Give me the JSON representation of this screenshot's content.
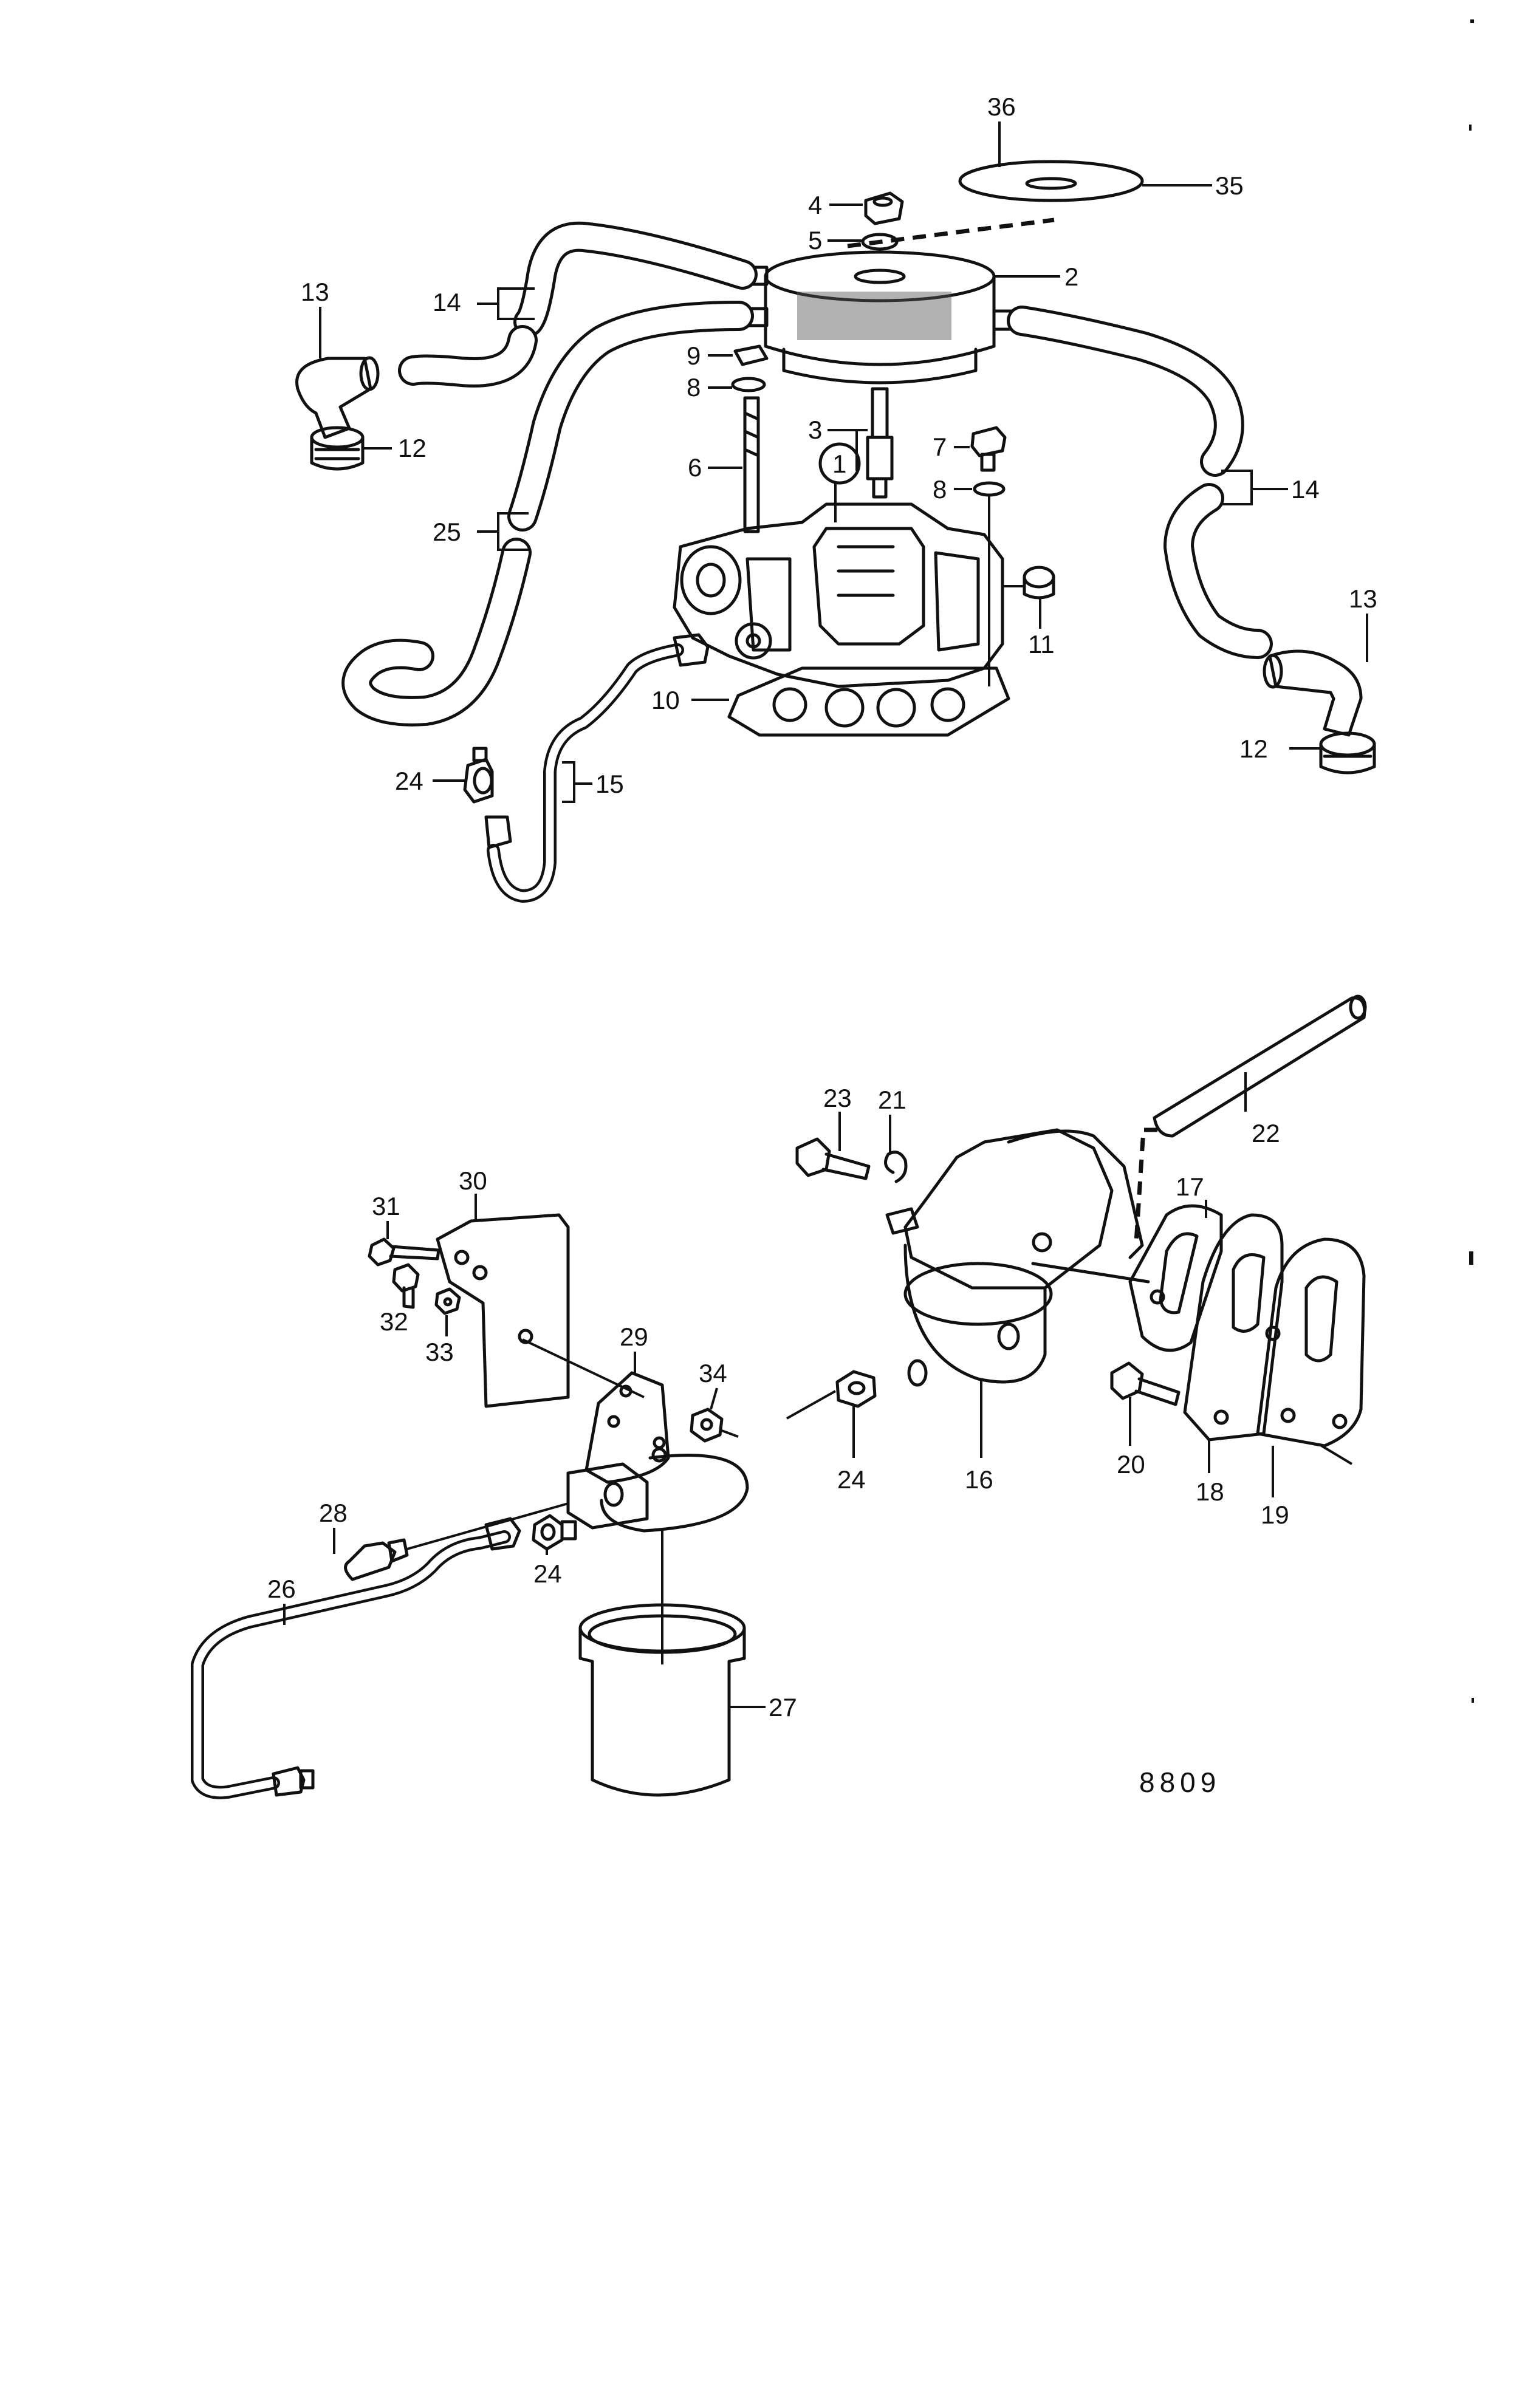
{
  "drawing_code": "8809",
  "labels": {
    "l1": "1",
    "l2": "2",
    "l3": "3",
    "l4": "4",
    "l5": "5",
    "l6": "6",
    "l7": "7",
    "l8a": "8",
    "l8b": "8",
    "l9": "9",
    "l10": "10",
    "l11": "11",
    "l12a": "12",
    "l12b": "12",
    "l13a": "13",
    "l13b": "13",
    "l14a": "14",
    "l14b": "14",
    "l15": "15",
    "l16": "16",
    "l17": "17",
    "l18": "18",
    "l19": "19",
    "l20": "20",
    "l21": "21",
    "l22": "22",
    "l23": "23",
    "l24a": "24",
    "l24b": "24",
    "l24c": "24",
    "l25": "25",
    "l26": "26",
    "l27": "27",
    "l28": "28",
    "l29": "29",
    "l30": "30",
    "l31": "31",
    "l32": "32",
    "l33": "33",
    "l34": "34",
    "l35": "35",
    "l36": "36"
  }
}
